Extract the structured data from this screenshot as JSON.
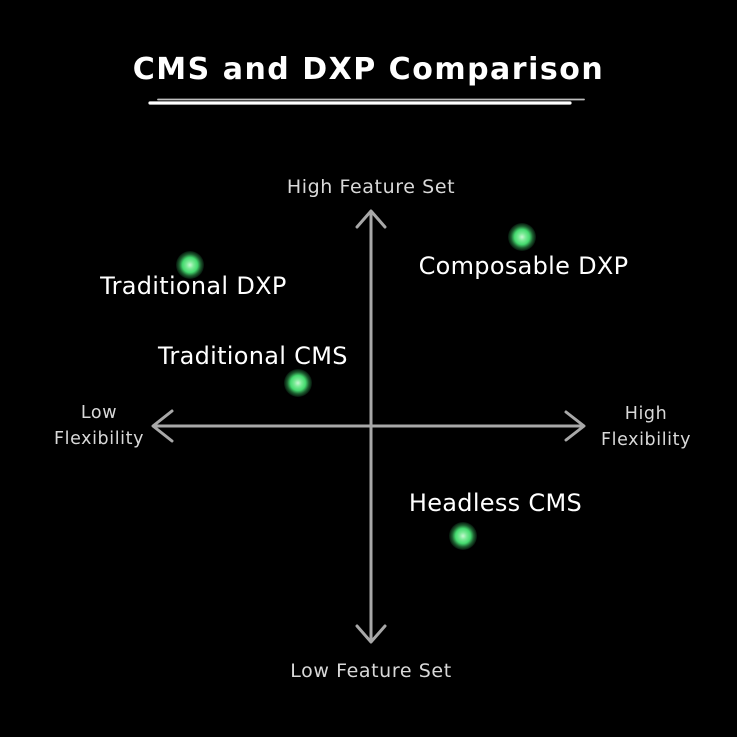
{
  "meta": {
    "background_color": "#000000",
    "title_color": "#ffffff",
    "axis_line_color": "#a8a8a8",
    "axis_label_color": "#d9d9d9",
    "point_label_color": "#ffffff",
    "point_dot_color": "#5ee383"
  },
  "title": {
    "text": "CMS and DXP Comparison"
  },
  "axes": {
    "y_high": "High Feature Set",
    "y_low": "Low Feature Set",
    "x_low": {
      "line1": "Low",
      "line2": "Flexibility"
    },
    "x_high": {
      "line1": "High",
      "line2": "Flexibility"
    }
  },
  "chart_data": {
    "type": "scatter",
    "title": "CMS and DXP Comparison",
    "xlabel": "Flexibility (Low to High)",
    "ylabel": "Feature Set (Low to High)",
    "x_range": [
      -1,
      1
    ],
    "y_range": [
      -1,
      1
    ],
    "grid": false,
    "legend": false,
    "points": [
      {
        "label": "Traditional DXP",
        "x": -0.84,
        "y": 0.75,
        "label_offset": {
          "dx": 3,
          "dy": 21
        }
      },
      {
        "label": "Composable DXP",
        "x": 0.7,
        "y": 0.88,
        "label_offset": {
          "dx": 2,
          "dy": 29
        }
      },
      {
        "label": "Traditional CMS",
        "x": -0.34,
        "y": 0.2,
        "label_offset": {
          "dx": -45,
          "dy": -27
        }
      },
      {
        "label": "Headless CMS",
        "x": 0.43,
        "y": -0.51,
        "label_offset": {
          "dx": 32,
          "dy": -33
        }
      }
    ]
  }
}
